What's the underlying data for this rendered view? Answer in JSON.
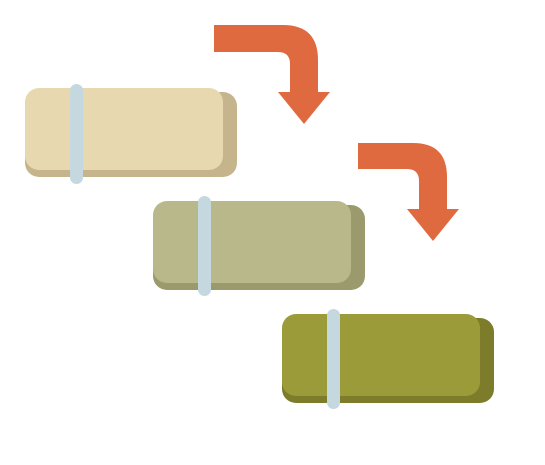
{
  "diagram": {
    "type": "staircase-process-flow",
    "step_count": 3,
    "arrow_count": 2,
    "colors": {
      "background": "#ffffff",
      "arrow": "#e06a40",
      "band": "#c5d8e0",
      "steps": [
        {
          "face": "#e8d8b0",
          "shadow": "#c6b58c"
        },
        {
          "face": "#b8b88a",
          "shadow": "#9a9a6c"
        },
        {
          "face": "#9b9b3a",
          "shadow": "#7c7c2a"
        }
      ]
    },
    "icons": {
      "arrow": "curved-arrow-down-icon",
      "band": "strap-band"
    }
  }
}
